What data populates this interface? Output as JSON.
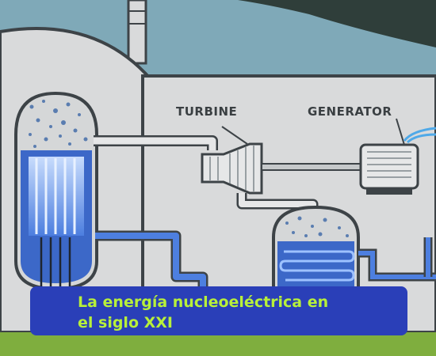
{
  "labels": {
    "turbine": "TURBINE",
    "generator": "GENERATOR"
  },
  "caption": {
    "line1": "La energía nucleoeléctrica en",
    "line2": "el siglo XXI"
  },
  "colors": {
    "sky": "#7fa9b8",
    "building": "#d9dadb",
    "outline": "#3d4347",
    "water": "#3c68c8",
    "core_glow": "#9ec2ff",
    "caption_bg": "#2a3fb8",
    "caption_text": "#b8f03a",
    "ground": "#7fae3e"
  }
}
